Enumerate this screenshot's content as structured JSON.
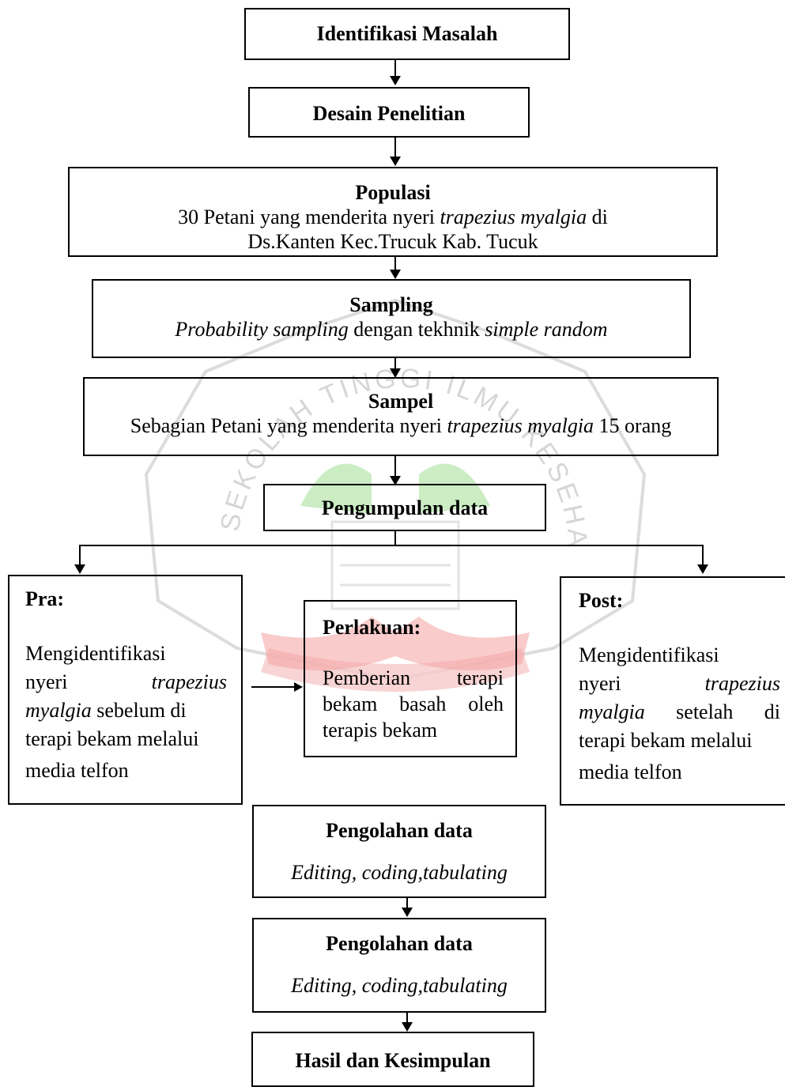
{
  "boxes": {
    "identifikasi": "Identifikasi Masalah",
    "desain": "Desain Penelitian",
    "populasi": {
      "title": "Populasi",
      "line1_a": "30 Petani yang menderita nyeri ",
      "line1_b": "trapezius myalgia",
      "line1_c": " di",
      "line2": "Ds.Kanten Kec.Trucuk Kab. Tucuk"
    },
    "sampling": {
      "title": "Sampling",
      "a": "Probability sampling",
      "b": " dengan tekhnik ",
      "c": "simple random"
    },
    "sampel": {
      "title": "Sampel",
      "a": "Sebagian Petani yang menderita nyeri ",
      "b": "trapezius myalgia",
      "c": " 15 orang"
    },
    "pengumpulan": "Pengumpulan data",
    "pra": {
      "title": "Pra:",
      "l1": "Mengidentifikasi",
      "l2a": "nyeri",
      "l2b": "trapezius",
      "l3a": "myalgia",
      "l3b": " sebelum di",
      "l4": "terapi bekam melalui",
      "l5": "media telfon"
    },
    "perlakuan": {
      "title": "Perlakuan:",
      "l1a": "Pemberian",
      "l1b": "terapi",
      "l2a": "bekam",
      "l2b": "basah",
      "l2c": "oleh",
      "l3": "terapis bekam"
    },
    "post": {
      "title": "Post:",
      "l1": "Mengidentifikasi",
      "l2a": "nyeri",
      "l2b": "trapezius",
      "l3a": "myalgia",
      "l3b": "setelah",
      "l3c": "di",
      "l4": "terapi bekam melalui",
      "l5": "media telfon"
    },
    "pengolahan1": {
      "title": "Pengolahan data",
      "sub": "Editing, coding,tabulating"
    },
    "pengolahan2": {
      "title": "Pengolahan data",
      "sub": "Editing, coding,tabulating"
    },
    "hasil": "Hasil dan Kesimpulan"
  },
  "watermark": {
    "arc_text": "SEKOLAH TINGGI ILMU KESEHATAN",
    "colors": {
      "red": "#f2b6b6",
      "green": "#a8e0a0",
      "grey": "#d8d8d8"
    }
  }
}
